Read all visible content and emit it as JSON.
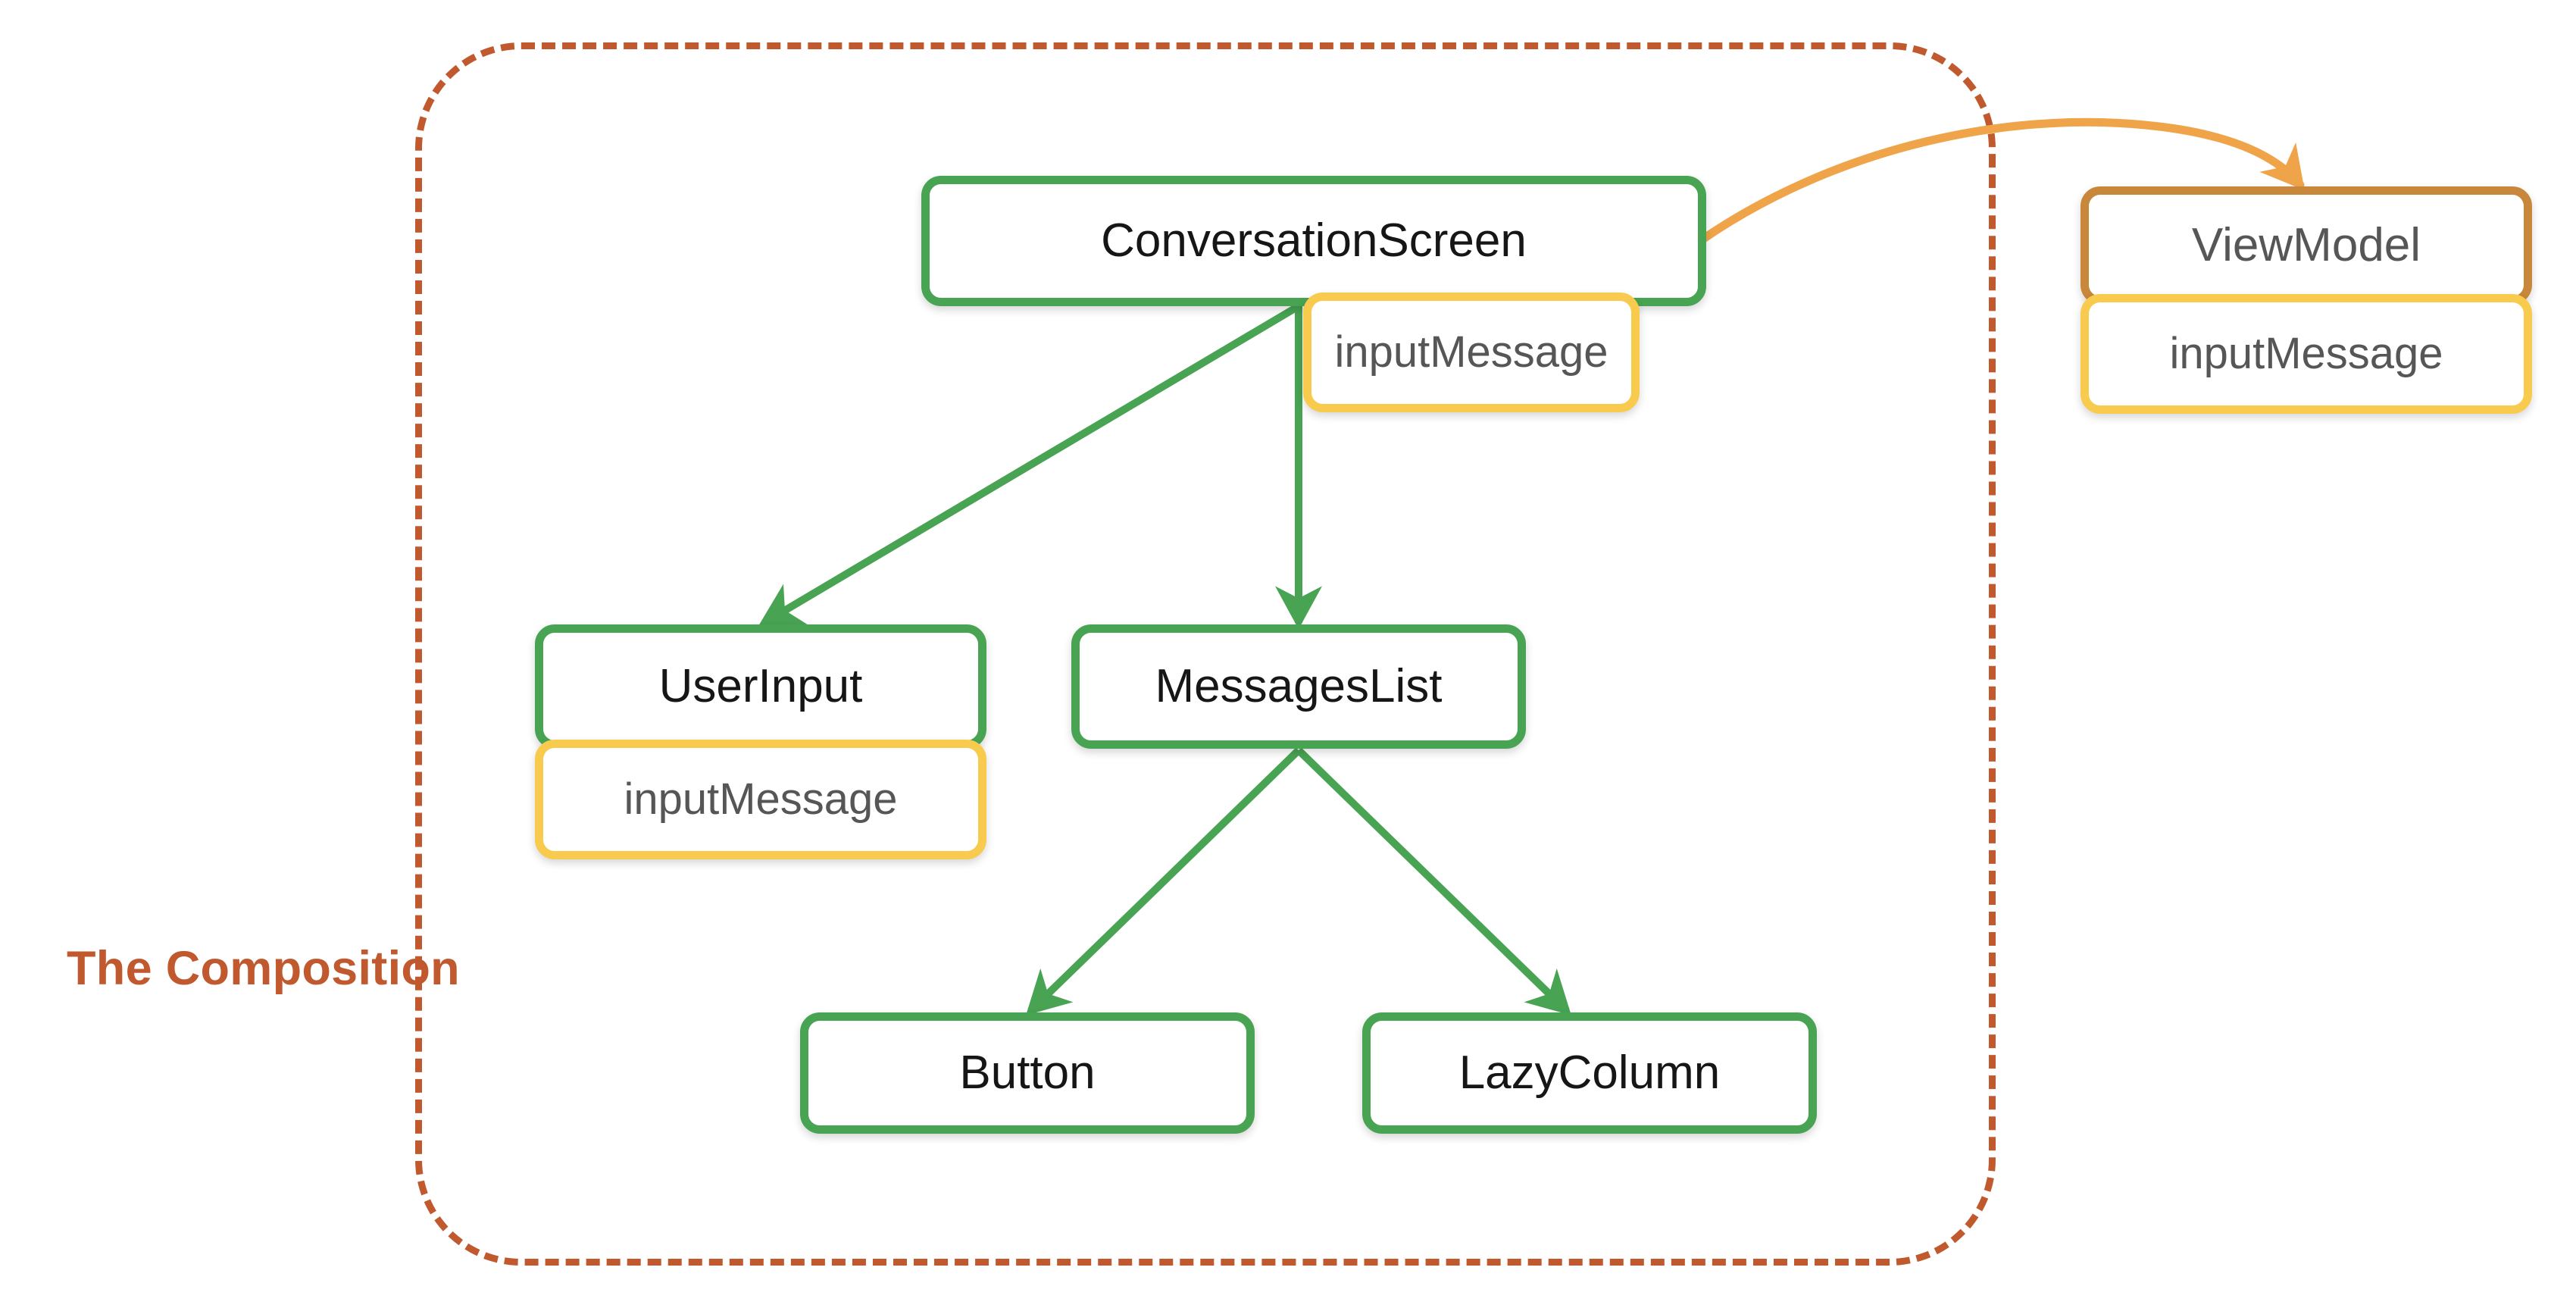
{
  "diagram": {
    "title": "The Composition",
    "boundary_label": "The Composition",
    "colors": {
      "composable_border": "#48A353",
      "state_border": "#F8CB4E",
      "viewmodel_border": "#C8873A",
      "boundary_dashed": "#C1592F",
      "flow_arrow": "#48A353",
      "event_arrow": "#F0A44A",
      "node_text": "#161616",
      "state_text": "#565656",
      "background": "#FFFFFF"
    },
    "nodes": [
      {
        "id": "conversationscreen",
        "label": "ConversationScreen",
        "type": "composable"
      },
      {
        "id": "state_conversationscreen",
        "label": "inputMessage",
        "type": "state"
      },
      {
        "id": "viewmodel",
        "label": "ViewModel",
        "type": "viewmodel"
      },
      {
        "id": "state_viewmodel",
        "label": "inputMessage",
        "type": "state"
      },
      {
        "id": "userinput",
        "label": "UserInput",
        "type": "composable"
      },
      {
        "id": "state_userinput",
        "label": "inputMessage",
        "type": "state"
      },
      {
        "id": "messageslist",
        "label": "MessagesList",
        "type": "composable"
      },
      {
        "id": "button",
        "label": "Button",
        "type": "composable"
      },
      {
        "id": "lazycolumn",
        "label": "LazyColumn",
        "type": "composable"
      }
    ],
    "edges": [
      {
        "from": "conversationscreen",
        "to": "userinput",
        "style": "solid-straight",
        "color": "#48A353"
      },
      {
        "from": "conversationscreen",
        "to": "messageslist",
        "style": "solid-straight",
        "color": "#48A353"
      },
      {
        "from": "messageslist",
        "to": "button",
        "style": "solid-straight",
        "color": "#48A353"
      },
      {
        "from": "messageslist",
        "to": "lazycolumn",
        "style": "solid-straight",
        "color": "#48A353"
      },
      {
        "from": "conversationscreen",
        "to": "viewmodel",
        "style": "curved",
        "color": "#F0A44A"
      }
    ]
  }
}
